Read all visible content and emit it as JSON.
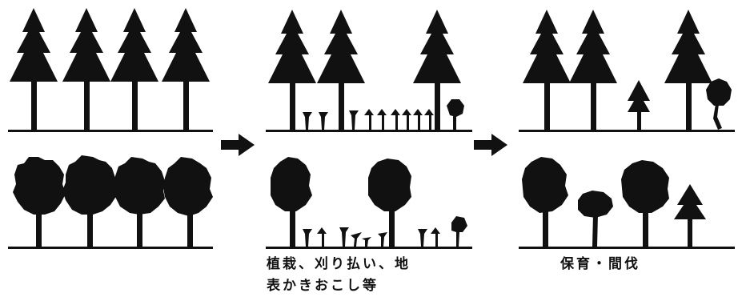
{
  "colors": {
    "ink": "#111111",
    "background": "#ffffff"
  },
  "panels": [
    {
      "stage": "initial",
      "conifer_row": [
        "tree",
        "tree",
        "tree",
        "tree"
      ],
      "broadleaf_row": [
        "tree",
        "tree",
        "tree",
        "tree"
      ]
    },
    {
      "stage": "after-planting-and-weeding",
      "conifer_row": [
        "tree",
        "tree",
        "seedlings",
        "tree",
        "sapling"
      ],
      "broadleaf_row": [
        "tree",
        "seedlings",
        "tree",
        "seedlings"
      ]
    },
    {
      "stage": "after-tending-and-thinning",
      "conifer_row": [
        "tree",
        "tree",
        "young-conifer",
        "tree",
        "round-sapling"
      ],
      "broadleaf_row": [
        "tree",
        "small-tree",
        "tree",
        "young-conifer"
      ]
    }
  ],
  "arrows": [
    "arrow-right-icon",
    "arrow-right-icon"
  ],
  "captions": {
    "middle_line1": "植栽、刈り払い、地",
    "middle_line2": "表かきおこし等",
    "right": "保育・間伐"
  }
}
